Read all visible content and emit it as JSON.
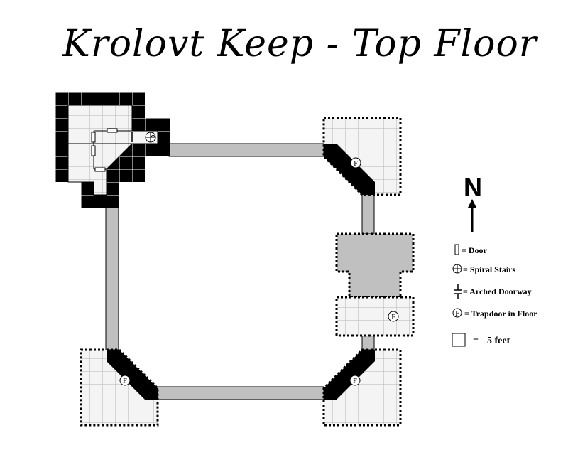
{
  "title": "Krolovt Keep - Top Floor",
  "compass": {
    "label": "N"
  },
  "trapdoor_symbol": "F",
  "legend": {
    "door": "= Door",
    "spiral_stairs": "= Spiral Stairs",
    "arched_doorway": "= Arched Doorway",
    "trapdoor": "= Trapdoor in Floor"
  },
  "scale": {
    "equals": "=",
    "value": "5 feet"
  },
  "colors": {
    "wall": "#000000",
    "walkway": "#c0c0c0",
    "floor": "#f4f4f4",
    "grid": "#b4b4b4"
  }
}
